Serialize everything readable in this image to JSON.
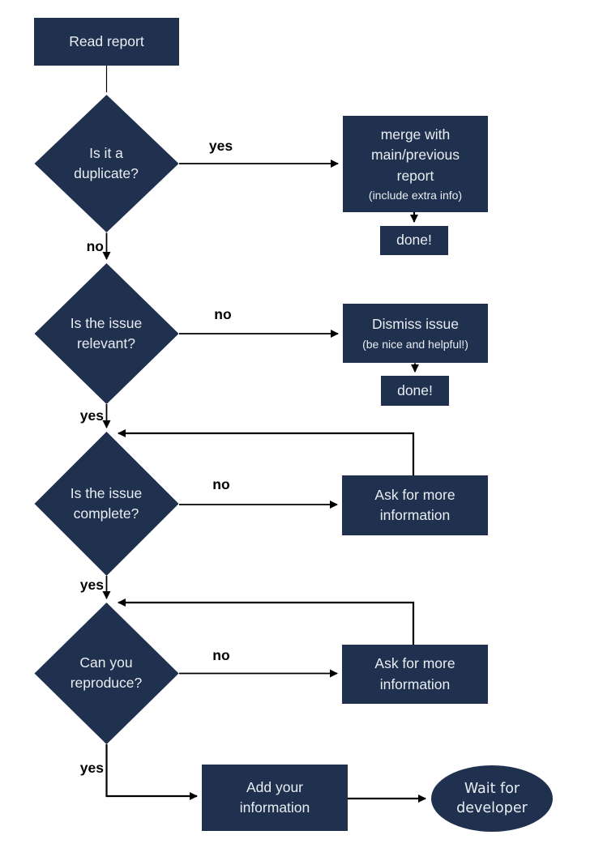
{
  "colors": {
    "node_fill": "#20314f",
    "node_text": "#e9edf2",
    "edge_color": "#000000",
    "bg": "#ffffff"
  },
  "nodes": {
    "read_report": {
      "label": "Read report"
    },
    "dup_decision": {
      "label": "Is it a\nduplicate?"
    },
    "merge": {
      "label": "merge with\nmain/previous\nreport",
      "note": "(include extra info)"
    },
    "done_merge": {
      "label": "done!"
    },
    "relevant_decision": {
      "label": "Is the issue\nrelevant?"
    },
    "dismiss": {
      "label": "Dismiss issue",
      "note": "(be nice and helpful!)"
    },
    "done_dismiss": {
      "label": "done!"
    },
    "complete_decision": {
      "label": "Is the issue\ncomplete?"
    },
    "ask_more_1": {
      "label": "Ask for more\ninformation"
    },
    "reproduce_decision": {
      "label": "Can you\nreproduce?"
    },
    "ask_more_2": {
      "label": "Ask for more\ninformation"
    },
    "add_info": {
      "label": "Add your\ninformation"
    },
    "wait_dev": {
      "label": "Wait for\ndeveloper"
    }
  },
  "edge_labels": {
    "dup_yes": "yes",
    "dup_no": "no",
    "relevant_no": "no",
    "relevant_yes": "yes",
    "complete_no": "no",
    "complete_yes": "yes",
    "reproduce_no": "no",
    "reproduce_yes": "yes"
  }
}
